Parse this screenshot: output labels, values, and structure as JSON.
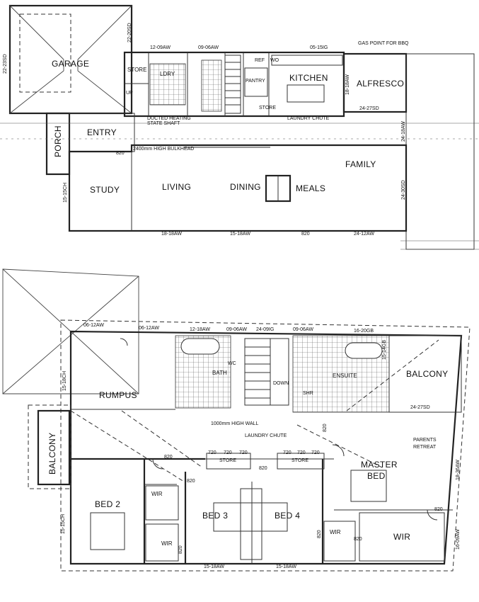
{
  "ground_floor": {
    "rooms": {
      "garage": "GARAGE",
      "store": "STORE",
      "laundry": "LDRY",
      "pantry": "PANTRY",
      "kitchen": "KITCHEN",
      "alfresco": "ALFRESCO",
      "entry": "ENTRY",
      "porch": "PORCH",
      "study": "STUDY",
      "living": "LIVING",
      "dining": "DINING",
      "meals": "MEALS",
      "family": "FAMILY",
      "store2": "STORE"
    },
    "notes": {
      "gas_point": "GAS POINT FOR BBQ",
      "ducted_heating": "DUCTED HEATING",
      "ducted_heating_2": "STATE SHAFT",
      "laundry_chute": "LAUNDRY CHUTE",
      "high_bulkhead": "2400mm HIGH BULKHEAD",
      "ref": "REF",
      "wo": "WO",
      "up": "UP"
    },
    "dimensions": {
      "d1": "12-09AW",
      "d2": "09-06AW",
      "d3": "05-15IG",
      "d4": "22-20SD",
      "d5": "22-23SD",
      "d6": "18-18AW",
      "d7": "24-27SD",
      "d8": "24-18AW",
      "d9": "24-12AW",
      "d10": "18-18AW",
      "d11": "15-18AW",
      "d12": "15-15CH",
      "d13": "820",
      "d14": "24-30SD",
      "d15": "820"
    }
  },
  "first_floor": {
    "rooms": {
      "rumpus": "RUMPUS",
      "bath": "BATH",
      "ensuite": "ENSUITE",
      "balcony_right": "BALCONY",
      "balcony_left": "BALCONY",
      "parents_retreat_1": "PARENTS",
      "parents_retreat_2": "RETREAT",
      "master_bed_1": "MASTER",
      "master_bed_2": "BED",
      "bed2": "BED 2",
      "bed3": "BED 3",
      "bed4": "BED 4",
      "wir1": "WIR",
      "wir2": "WIR",
      "wir3": "WIR",
      "wir4": "WIR",
      "store_left": "STORE",
      "store_right": "STORE",
      "down": "DOWN",
      "shr": "SHR",
      "wc": "WC"
    },
    "notes": {
      "high_wall": "1000mm HIGH WALL",
      "laundry_chute": "LAUNDRY CHUTE"
    },
    "dimensions": {
      "t1": "06-12AW",
      "t2": "06-12AW",
      "t3": "12-18AW",
      "t4": "09-06AW",
      "t5": "24-09IG",
      "t6": "09-06AW",
      "t7": "16-20GB",
      "t8": "15-18CH",
      "t9": "15-14GB",
      "t10": "24-27SD",
      "t11": "18-36AW",
      "t12": "16-09AW",
      "t13": "15-15CH",
      "t14": "15-18AW",
      "t15": "15-18AW",
      "d720a": "720",
      "d720b": "720",
      "d720c": "720",
      "d720d": "720",
      "d720e": "720",
      "d720f": "720",
      "d820a": "820",
      "d820b": "820",
      "d820c": "820",
      "d820d": "820",
      "d820e": "820",
      "d820f": "820",
      "d820g": "820",
      "d820h": "820"
    }
  }
}
